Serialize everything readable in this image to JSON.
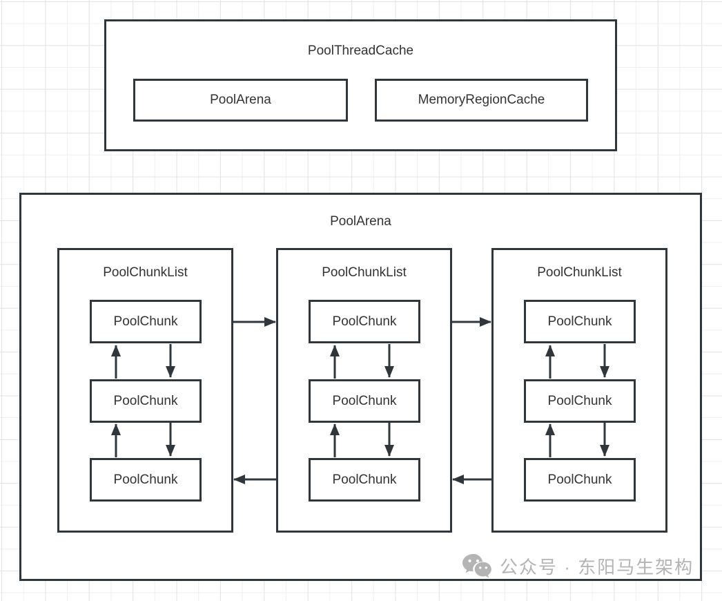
{
  "colors": {
    "stroke": "#2f363c",
    "text": "#333333",
    "watermark": "#b4b4b4",
    "background": "#ffffff",
    "grid_minor": "#efefef",
    "grid_major": "#e3e3e3"
  },
  "pool_thread_cache": {
    "title": "PoolThreadCache",
    "children": [
      {
        "label": "PoolArena"
      },
      {
        "label": "MemoryRegionCache"
      }
    ]
  },
  "pool_arena": {
    "title": "PoolArena",
    "lists": [
      {
        "title": "PoolChunkList",
        "chunks": [
          "PoolChunk",
          "PoolChunk",
          "PoolChunk"
        ]
      },
      {
        "title": "PoolChunkList",
        "chunks": [
          "PoolChunk",
          "PoolChunk",
          "PoolChunk"
        ]
      },
      {
        "title": "PoolChunkList",
        "chunks": [
          "PoolChunk",
          "PoolChunk",
          "PoolChunk"
        ]
      }
    ]
  },
  "watermark": {
    "icon": "wechat-icon",
    "text": "公众号 · 东阳马生架构"
  }
}
